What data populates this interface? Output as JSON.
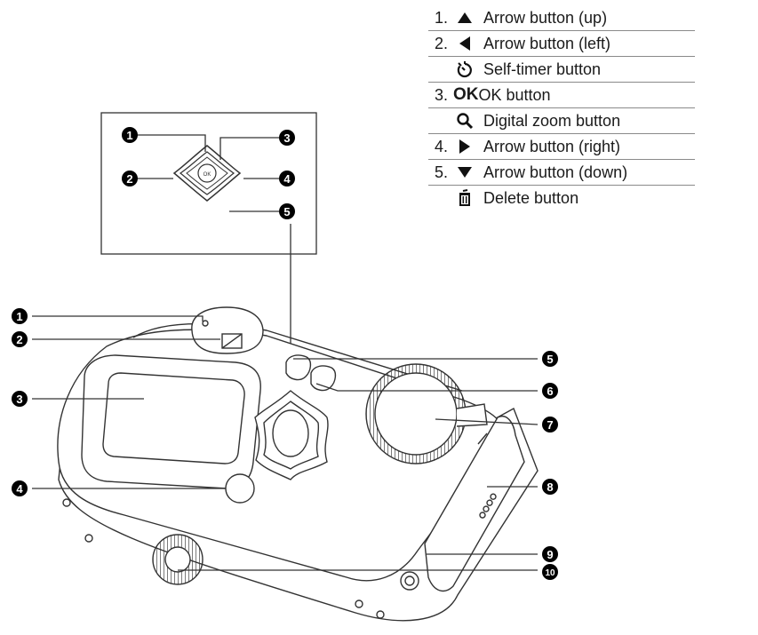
{
  "legend": [
    {
      "num": "1.",
      "icon": "up-triangle-icon",
      "text": "Arrow button (up)"
    },
    {
      "num": "2.",
      "icon": "left-triangle-icon",
      "text": "Arrow button (left)"
    },
    {
      "num": "",
      "icon": "self-timer-icon",
      "text": "Self-timer button"
    },
    {
      "num": "3.",
      "icon": "ok-icon",
      "icon_text": "OK",
      "text": "OK button"
    },
    {
      "num": "",
      "icon": "magnifier-icon",
      "text": "Digital zoom button"
    },
    {
      "num": "4.",
      "icon": "right-triangle-icon",
      "text": "Arrow button (right)"
    },
    {
      "num": "5.",
      "icon": "down-triangle-icon",
      "text": "Arrow button (down)"
    },
    {
      "num": "",
      "icon": "trash-icon",
      "text": "Delete button"
    }
  ],
  "inset_callouts": [
    "1",
    "2",
    "3",
    "4",
    "5"
  ],
  "inset_button_label": "OK",
  "camera_callouts": [
    "1",
    "2",
    "3",
    "4",
    "5",
    "6",
    "7",
    "8",
    "9",
    "10"
  ]
}
